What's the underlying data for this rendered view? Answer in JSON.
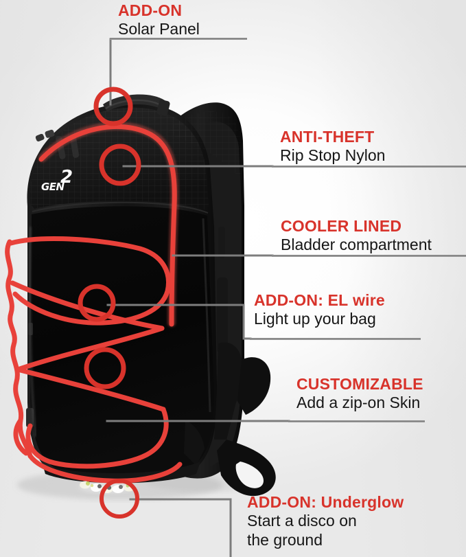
{
  "meta": {
    "colors": {
      "accent_red": "#d8332b",
      "el_wire_red": "#e8413a",
      "text_dark": "#161616",
      "leader_gray": "#7d7d7d",
      "bag_black": "#0d0d0d",
      "background": "#ffffff"
    }
  },
  "product": {
    "brand_badge": {
      "word": "GEN",
      "number": "2"
    },
    "alt": "Black rip-stop nylon backpack with red EL wire tracing the front panel"
  },
  "callouts": [
    {
      "id": "solar-panel",
      "title": "ADD-ON",
      "subtitle": "Solar Panel",
      "title_case": "upper",
      "hotspot": "top-handle"
    },
    {
      "id": "anti-theft",
      "title": "ANTI-THEFT",
      "subtitle": "Rip Stop Nylon",
      "title_case": "upper",
      "hotspot": "upper-front-panel"
    },
    {
      "id": "cooler-lined",
      "title": "COOLER LINED",
      "subtitle": "Bladder compartment",
      "title_case": "upper",
      "hotspot": "bladder-compartment"
    },
    {
      "id": "el-wire",
      "title_part_upper": "ADD-ON: EL",
      "title_part_lower": "wire",
      "subtitle": "Light up your bag",
      "hotspot": "mid-front-panel"
    },
    {
      "id": "customizable",
      "title": "CUSTOMIZABLE",
      "subtitle": "Add a zip-on Skin",
      "title_case": "upper",
      "hotspot": "lower-front-panel"
    },
    {
      "id": "underglow",
      "title_part_upper": "ADD-ON:",
      "title_part_lower": "Underglow",
      "subtitle_line1": "Start a disco on",
      "subtitle_line2": "the ground",
      "hotspot": "bottom-led-strip"
    }
  ]
}
